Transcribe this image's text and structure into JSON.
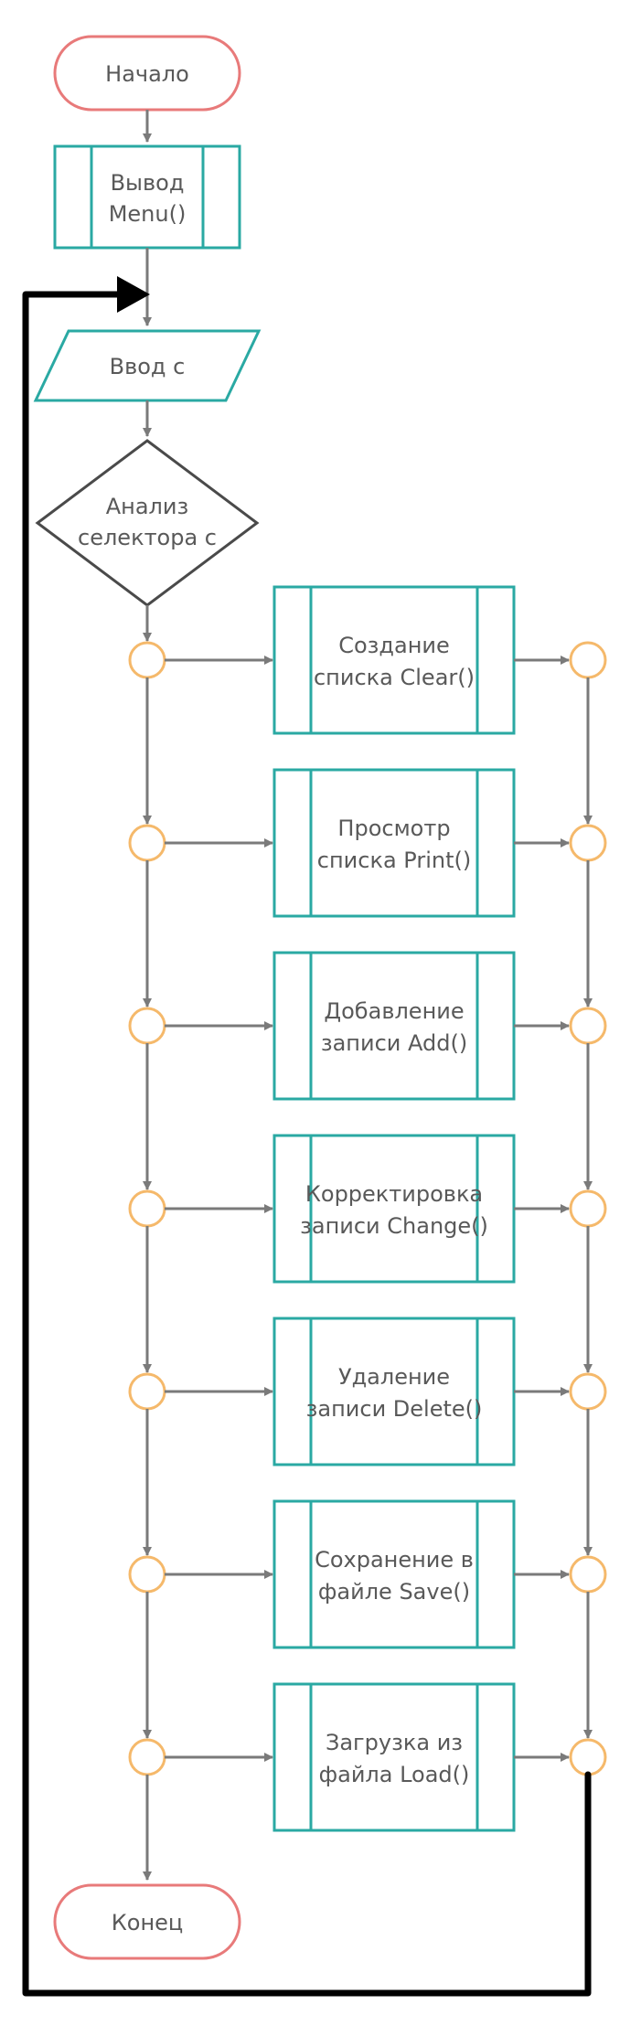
{
  "colors": {
    "terminal_stroke": "#e87a7a",
    "process_stroke": "#2aa9a3",
    "decision_stroke": "#4a4a4a",
    "connector_stroke": "#f5b96b",
    "line": "#7a7a7a",
    "loop_line": "#000000",
    "text": "#595959"
  },
  "start": {
    "label": "Начало"
  },
  "output_menu": {
    "line1": "Вывод",
    "line2": "Menu()"
  },
  "input": {
    "label": "Ввод c"
  },
  "decision": {
    "line1": "Анализ",
    "line2": "селектора c"
  },
  "actions": [
    {
      "line1": "Создание",
      "line2": "списка Clear()"
    },
    {
      "line1": "Просмотр",
      "line2": "списка Print()"
    },
    {
      "line1": "Добавление",
      "line2": "записи Add()"
    },
    {
      "line1": "Корректировка",
      "line2": "записи Change()"
    },
    {
      "line1": "Удаление",
      "line2": "записи Delete()"
    },
    {
      "line1": "Сохранение в",
      "line2": "файле Save()"
    },
    {
      "line1": "Загрузка из",
      "line2": "файла Load()"
    }
  ],
  "end": {
    "label": "Конец"
  }
}
